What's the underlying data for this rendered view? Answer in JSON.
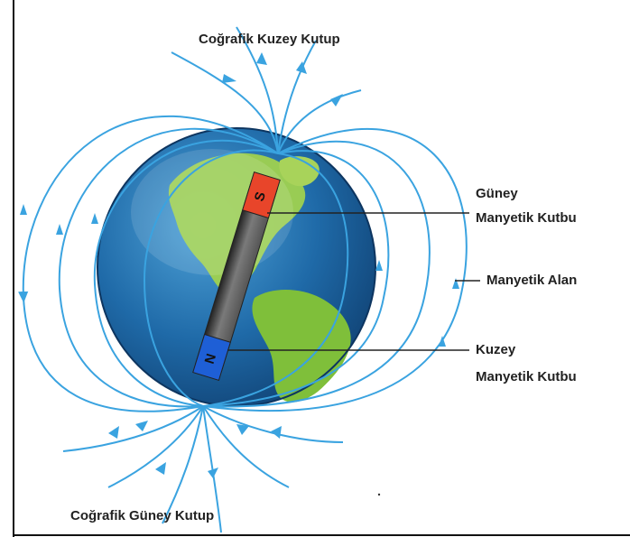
{
  "labels": {
    "geo_north": "Coğrafik Kuzey Kutup",
    "geo_south": "Coğrafik Güney Kutup",
    "south_mag_line1": "Güney",
    "south_mag_line2": "Manyetik Kutbu",
    "field": "Manyetik Alan",
    "north_mag_line1": "Kuzey",
    "north_mag_line2": "Manyetik Kutbu"
  },
  "magnet": {
    "south_letter": "S",
    "north_letter": "N"
  },
  "colors": {
    "field_line": "#3aa3e0",
    "ocean": "#1f6aa8",
    "land": "#8cc63f",
    "magnet_south": "#e8452a",
    "magnet_north": "#1e5fd6",
    "magnet_body": "#6f6f6f"
  }
}
